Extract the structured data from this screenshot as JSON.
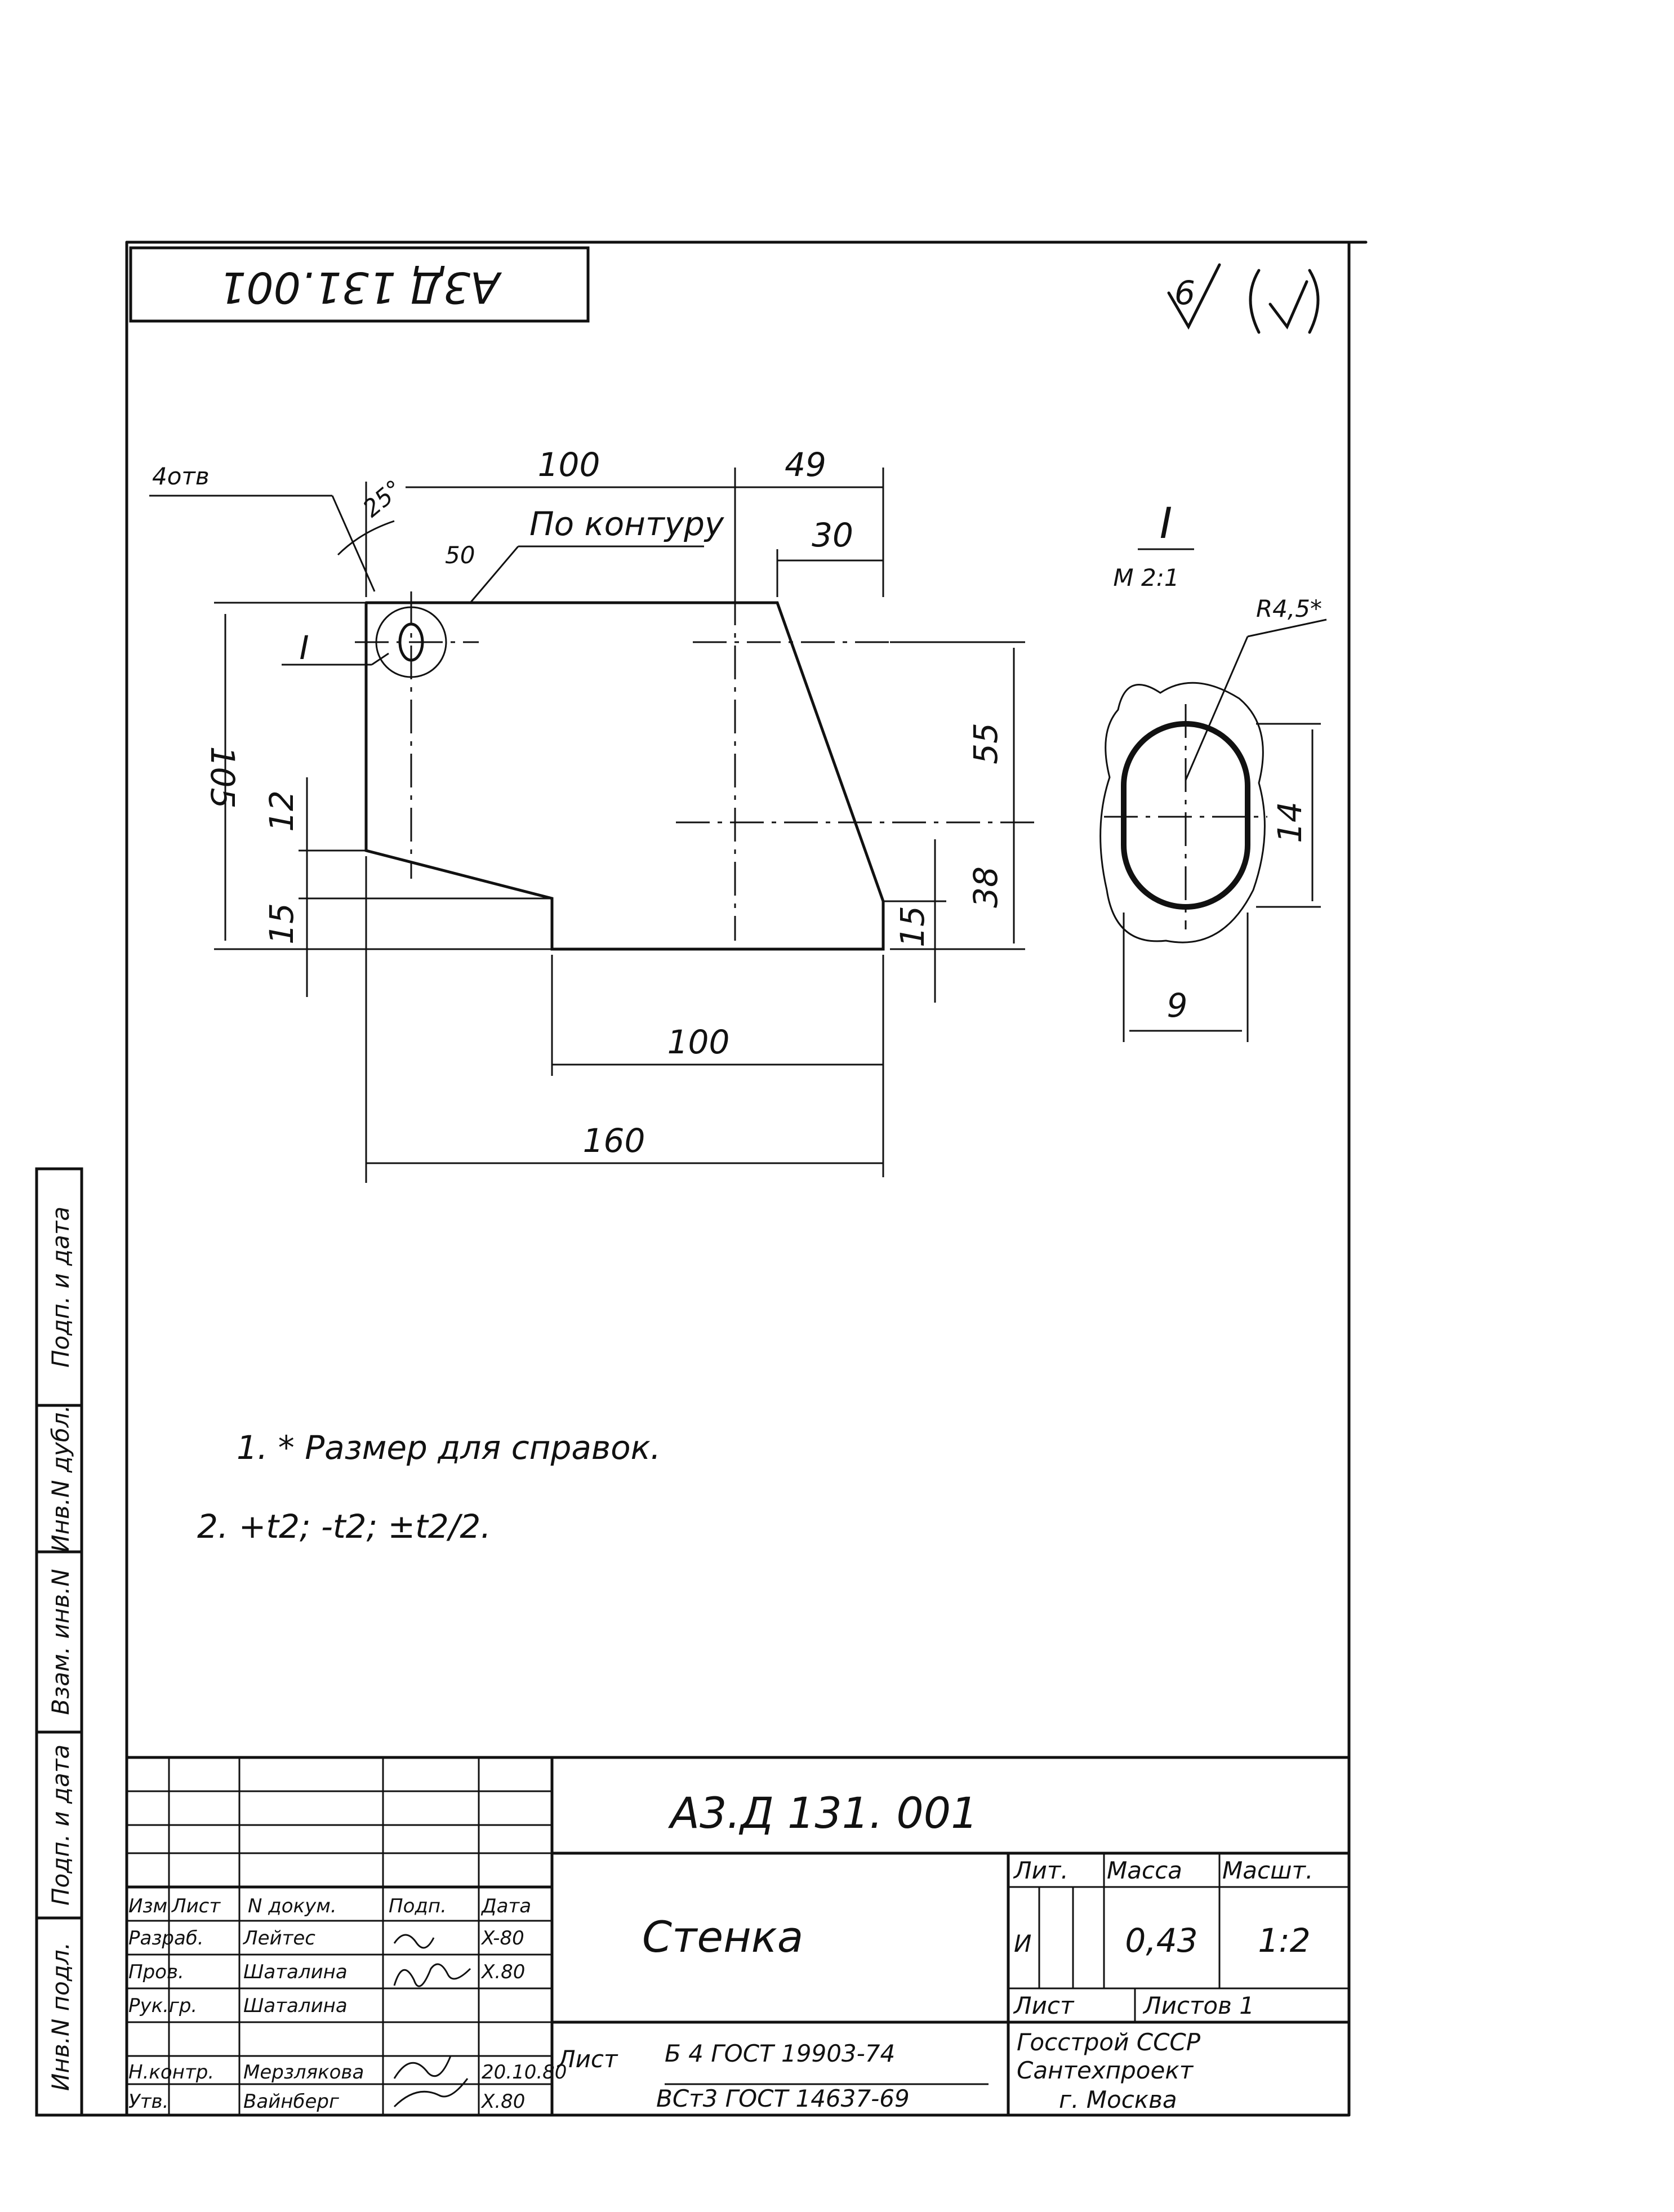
{
  "drawing": {
    "number": "А3.Д 131. 001",
    "number_rotated": "А3Д 131.001",
    "roughness": "√ (√)",
    "roughness_value": "6"
  },
  "main_view": {
    "holes_label": "4отв",
    "angle": "25°",
    "weld_leader": "50",
    "contour_label": "По контуру",
    "section_mark": "I",
    "dims": {
      "top_100": "100",
      "top_49": "49",
      "top_30": "30",
      "left_105": "105",
      "left_12": "12",
      "left_15": "15",
      "right_55": "55",
      "right_38": "38",
      "right_15": "15",
      "bottom_100": "100",
      "bottom_160": "160"
    }
  },
  "detail": {
    "title": "I",
    "scale": "М 2:1",
    "radius": "R4,5*",
    "height": "14",
    "width": "9"
  },
  "notes": [
    "1. * Размер для справок.",
    "2. +t2; -t2; ±t2/2."
  ],
  "side_labels": [
    "Подп. и дата",
    "Инв.N дубл.",
    "Взам. инв.N",
    "Подп. и дата",
    "Инв.N подл."
  ],
  "title_block": {
    "headers": [
      "Изм",
      "Лист",
      "N докум.",
      "Подп.",
      "Дата"
    ],
    "rows": [
      {
        "role": "Разраб.",
        "name": "Лейтес",
        "sign": "",
        "date": "X-80"
      },
      {
        "role": "Пров.",
        "name": "Шаталина",
        "sign": "",
        "date": "X.80"
      },
      {
        "role": "Рук.гр.",
        "name": "Шаталина",
        "sign": "",
        "date": ""
      },
      {
        "role": "",
        "name": "",
        "sign": "",
        "date": ""
      },
      {
        "role": "Н.контр.",
        "name": "Мерзлякова",
        "sign": "",
        "date": "20.10.80"
      },
      {
        "role": "Утв.",
        "name": "Вайнберг",
        "sign": "",
        "date": "X.80"
      }
    ],
    "part_name": "Стенка",
    "lit_label": "Лит.",
    "lit_value": "И",
    "mass_label": "Масса",
    "mass_value": "0,43",
    "scale_label": "Масшт.",
    "scale_value": "1:2",
    "sheet_label": "Лист",
    "sheets_label": "Листов 1",
    "material_prefix": "Лист",
    "material_line1": "Б 4 ГОСТ 19903-74",
    "material_line2": "ВСт3 ГОСТ 14637-69",
    "org_line1": "Госстрой СССР",
    "org_line2": "Сантехпроект",
    "org_line3": "г. Москва"
  }
}
